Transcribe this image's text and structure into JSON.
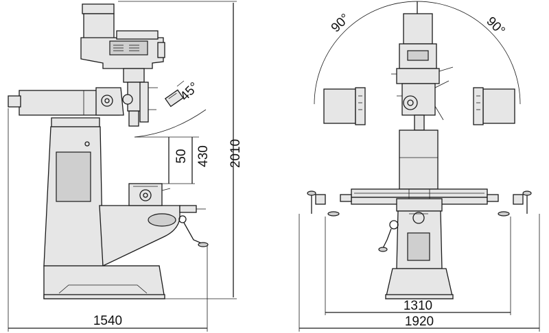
{
  "side_view": {
    "angle_label": "45°",
    "dim_table_travel": "50",
    "dim_spindle_to_table": "430",
    "dim_height": "2010",
    "dim_depth": "1540"
  },
  "front_view": {
    "angle_left": "90°",
    "angle_right": "90°",
    "dim_inner_width": "1310",
    "dim_total_width": "1920"
  }
}
